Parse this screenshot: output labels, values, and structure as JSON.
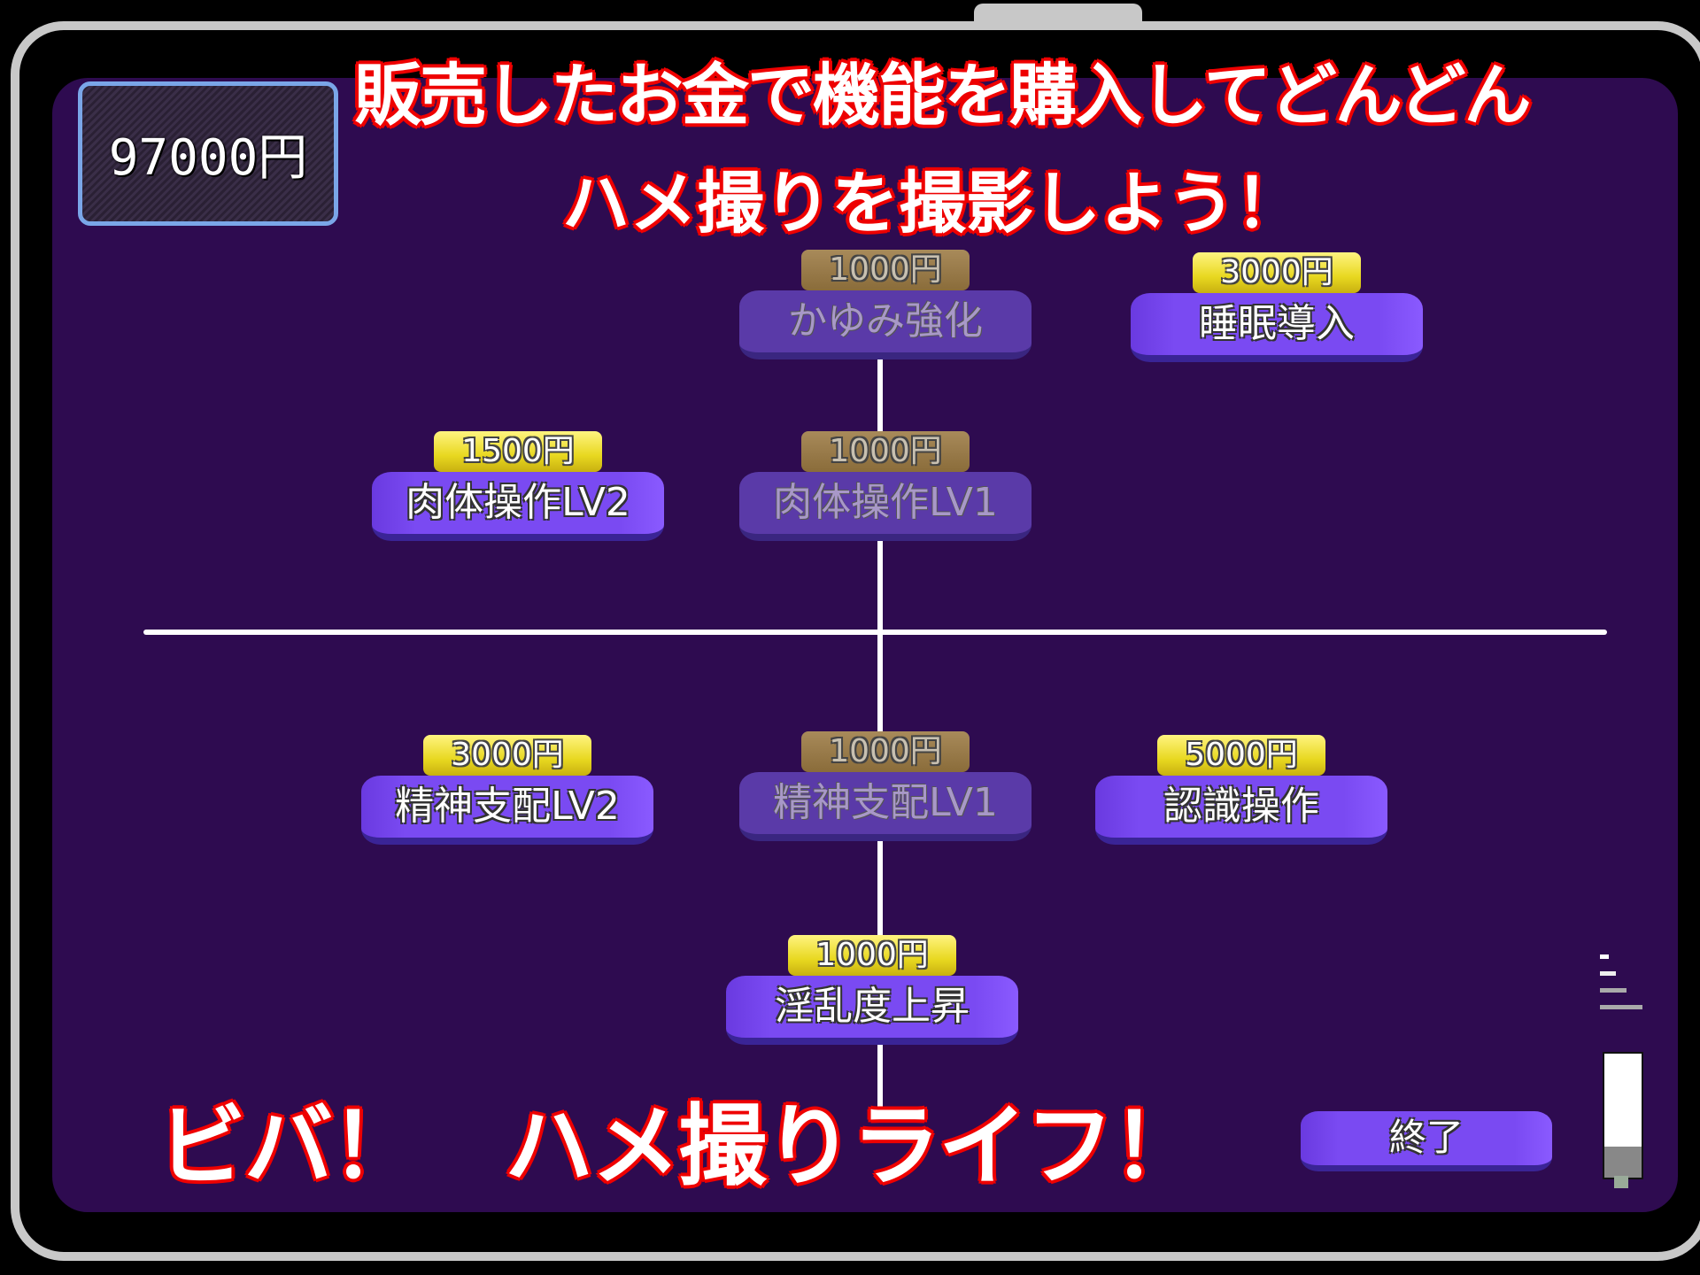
{
  "money": {
    "amount": "97000円"
  },
  "promo": {
    "line1": "販売したお金で機能を購入してどんどん",
    "line2": "ハメ撮りを撮影しよう！",
    "bottom": "ビバ！　ハメ撮りライフ！"
  },
  "skills": [
    {
      "name": "かゆみ強化",
      "price": "1000円",
      "purchased": true
    },
    {
      "name": "睡眠導入",
      "price": "3000円",
      "purchased": false
    },
    {
      "name": "肉体操作LV2",
      "price": "1500円",
      "purchased": false
    },
    {
      "name": "肉体操作LV1",
      "price": "1000円",
      "purchased": true
    },
    {
      "name": "精神支配LV2",
      "price": "3000円",
      "purchased": false
    },
    {
      "name": "精神支配LV1",
      "price": "1000円",
      "purchased": true
    },
    {
      "name": "認識操作",
      "price": "5000円",
      "purchased": false
    },
    {
      "name": "淫乱度上昇",
      "price": "1000円",
      "purchased": false
    }
  ],
  "end_button": "終了",
  "gauge": {
    "fill_fraction": 0.75
  },
  "colors": {
    "panel": "#2e0b50",
    "button": "#7a4af2",
    "price_tag": "#e8d820",
    "outline": "#ee0000"
  }
}
